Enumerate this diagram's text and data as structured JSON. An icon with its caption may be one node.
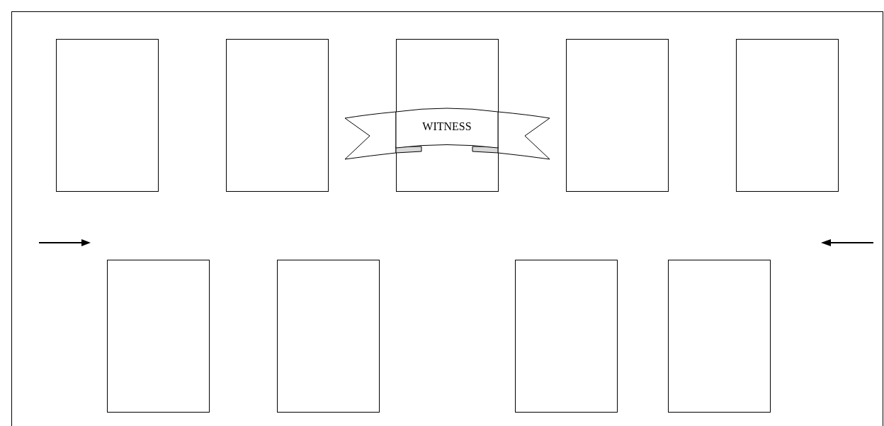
{
  "diagram": {
    "nodes": [
      {
        "text": [],
        "shape": "box"
      },
      {
        "text": [],
        "shape": "box"
      },
      {
        "text": [],
        "shape": "box"
      },
      {
        "text": [],
        "shape": "box"
      },
      {
        "text": [],
        "shape": "box"
      },
      {
        "text": [
          "WITNESS"
        ]
      },
      {
        "text": [],
        "shape": "box"
      },
      {
        "text": [],
        "shape": "box"
      },
      {
        "text": [],
        "shape": "box"
      },
      {
        "text": [],
        "shape": "box"
      }
    ]
  }
}
